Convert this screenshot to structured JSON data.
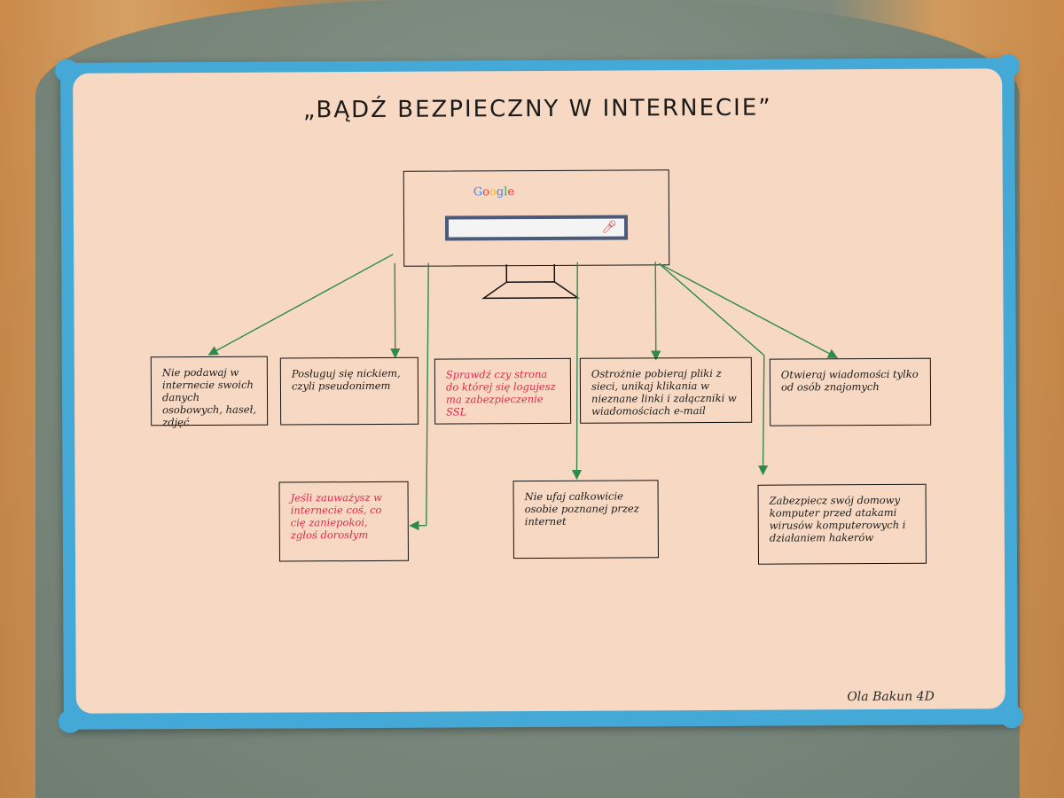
{
  "poster": {
    "title": "„BĄDŹ BEZPIECZNY W INTERNECIE”",
    "monitor": {
      "logo_text": "Google",
      "logo_colors": [
        "#4285F4",
        "#EA4335",
        "#FBBC05",
        "#4285F4",
        "#34A853",
        "#EA4335"
      ]
    },
    "boxes": [
      {
        "id": "box-personal-data",
        "text": "Nie podawaj w internecie swoich danych osobowych, haseł, zdjęć",
        "color": "#1b1b1b"
      },
      {
        "id": "box-nickname",
        "text": "Posługuj się nickiem, czyli pseudonimem",
        "color": "#1b1b1b"
      },
      {
        "id": "box-ssl",
        "text": "Sprawdź czy strona do której się logujesz ma zabezpieczenie SSL",
        "color": "#e02850"
      },
      {
        "id": "box-downloads",
        "text": "Ostrożnie pobieraj pliki z sieci, unikaj klikania w nieznane linki i załączniki w wiadomościach e-mail",
        "color": "#1b1b1b"
      },
      {
        "id": "box-messages",
        "text": "Otwieraj wiadomości tylko od osób znajomych",
        "color": "#1b1b1b"
      },
      {
        "id": "box-report",
        "text": "Jeśli zauważysz w internecie coś, co cię zaniepokoi, zgłoś dorosłym",
        "color": "#e02850"
      },
      {
        "id": "box-strangers",
        "text": "Nie ufaj całkowicie osobie poznanej przez internet",
        "color": "#1b1b1b"
      },
      {
        "id": "box-protect",
        "text": "Zabezpiecz swój domowy komputer przed atakami wirusów komputerowych i działaniem hakerów",
        "color": "#1b1b1b"
      }
    ],
    "signature": "Ola Bakun 4D"
  },
  "colors": {
    "frame": "#45a9d8",
    "paper": "#f7d9c3",
    "arrow": "#2f8a4a",
    "red_text": "#e02850"
  }
}
